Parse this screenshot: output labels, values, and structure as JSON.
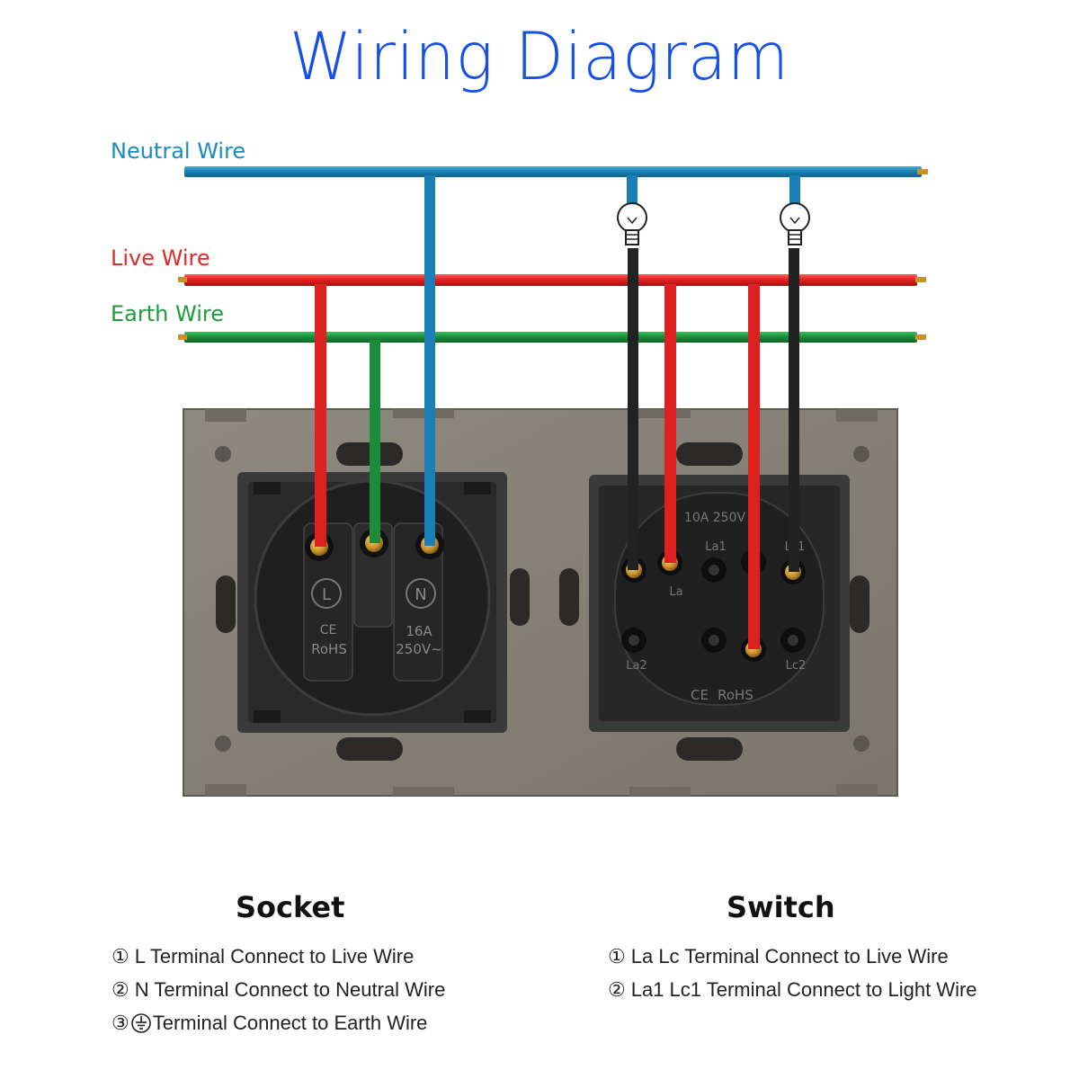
{
  "title": "Wiring Diagram",
  "wires": {
    "neutral": {
      "label": "Neutral Wire",
      "color": "#1a8bbf"
    },
    "live": {
      "label": "Live Wire",
      "color": "#e02a2a"
    },
    "earth": {
      "label": "Earth Wire",
      "color": "#1f9a3c"
    }
  },
  "socket_panel": {
    "terminals": [
      "L",
      "N"
    ],
    "marks": [
      "CE",
      "RoHS",
      "16A",
      "250V~"
    ]
  },
  "switch_panel": {
    "rating": "10A 250V",
    "terminals": [
      "La",
      "La1",
      "Lc1",
      "La2",
      "Lc2"
    ],
    "marks": [
      "CE",
      "RoHS"
    ]
  },
  "socket": {
    "heading": "Socket",
    "items": [
      {
        "marker": "①",
        "text": "L Terminal Connect to Live Wire"
      },
      {
        "marker": "②",
        "text": "N Terminal Connect to Neutral Wire"
      },
      {
        "marker": "③",
        "text": "Terminal Connect to Earth Wire",
        "icon": "ground-icon"
      }
    ]
  },
  "switch": {
    "heading": "Switch",
    "items": [
      {
        "marker": "①",
        "text": "La Lc Terminal Connect to Live Wire"
      },
      {
        "marker": "②",
        "text": "La1 Lc1 Terminal Connect to Light Wire"
      }
    ]
  }
}
